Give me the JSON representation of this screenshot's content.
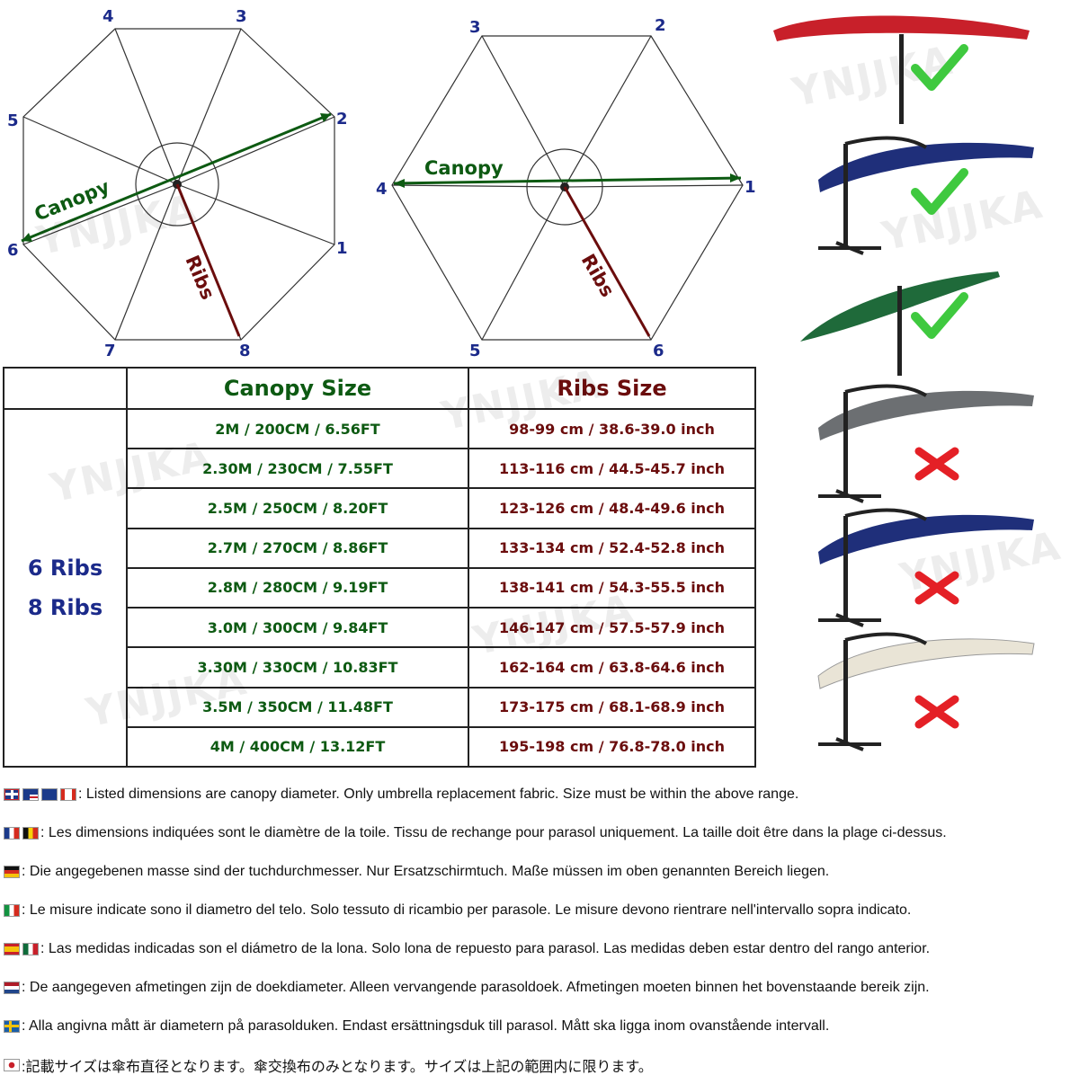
{
  "diagram_octagon": {
    "points": [
      "1",
      "2",
      "3",
      "4",
      "5",
      "6",
      "7",
      "8"
    ],
    "canopy_label": "Canopy",
    "ribs_label": "Ribs"
  },
  "diagram_hexagon": {
    "points": [
      "1",
      "2",
      "3",
      "4",
      "5",
      "6"
    ],
    "canopy_label": "Canopy",
    "ribs_label": "Ribs"
  },
  "watermark": "YNJJKA",
  "table": {
    "header_canopy": "Canopy Size",
    "header_ribs": "Ribs Size",
    "row_label_1": "6 Ribs",
    "row_label_2": "8 Ribs",
    "rows": [
      {
        "canopy": "2M / 200CM / 6.56FT",
        "ribs": "98-99 cm / 38.6-39.0 inch"
      },
      {
        "canopy": "2.30M / 230CM / 7.55FT",
        "ribs": "113-116 cm / 44.5-45.7 inch"
      },
      {
        "canopy": "2.5M / 250CM / 8.20FT",
        "ribs": "123-126 cm / 48.4-49.6 inch"
      },
      {
        "canopy": "2.7M / 270CM / 8.86FT",
        "ribs": "133-134 cm / 52.4-52.8 inch"
      },
      {
        "canopy": "2.8M / 280CM / 9.19FT",
        "ribs": "138-141 cm / 54.3-55.5 inch"
      },
      {
        "canopy": "3.0M / 300CM / 9.84FT",
        "ribs": "146-147 cm / 57.5-57.9 inch"
      },
      {
        "canopy": "3.30M / 330CM / 10.83FT",
        "ribs": "162-164 cm / 63.8-64.6 inch"
      },
      {
        "canopy": "3.5M / 350CM / 11.48FT",
        "ribs": "173-175 cm / 68.1-68.9 inch"
      },
      {
        "canopy": "4M / 400CM / 13.12FT",
        "ribs": "195-198 cm / 76.8-78.0 inch"
      }
    ]
  },
  "umbrellas": [
    {
      "color": "#c8202a",
      "style": "market",
      "compatible": true
    },
    {
      "color": "#1f2f7a",
      "style": "cantilever",
      "compatible": true
    },
    {
      "color": "#1f6a3a",
      "style": "market-tilt",
      "compatible": true
    },
    {
      "color": "#6c6f72",
      "style": "square-offset",
      "compatible": false
    },
    {
      "color": "#1f2f7a",
      "style": "offset-led",
      "compatible": false
    },
    {
      "color": "#e9e4d6",
      "style": "offset-led",
      "compatible": false
    }
  ],
  "notes": [
    {
      "flags": [
        "uk",
        "us",
        "au",
        "ca"
      ],
      "text": ": Listed dimensions are canopy diameter. Only umbrella replacement fabric. Size must be within the above range."
    },
    {
      "flags": [
        "fr",
        "be"
      ],
      "text": ": Les dimensions indiquées sont le diamètre de la toile. Tissu de rechange pour parasol uniquement. La taille doit être dans la plage ci-dessus."
    },
    {
      "flags": [
        "de"
      ],
      "text": ": Die angegebenen masse sind der tuchdurchmesser. Nur Ersatzschirmtuch. Maße müssen im oben genannten Bereich liegen."
    },
    {
      "flags": [
        "it"
      ],
      "text": ": Le misure indicate sono il diametro del telo. Solo tessuto di ricambio per parasole. Le misure devono rientrare nell'intervallo sopra indicato."
    },
    {
      "flags": [
        "es",
        "mx"
      ],
      "text": ": Las medidas indicadas son el diámetro de la lona. Solo lona de repuesto para parasol. Las medidas deben estar dentro del rango anterior."
    },
    {
      "flags": [
        "nl"
      ],
      "text": ": De aangegeven afmetingen zijn de doekdiameter. Alleen vervangende parasoldoek. Afmetingen moeten binnen het bovenstaande bereik zijn."
    },
    {
      "flags": [
        "se"
      ],
      "text": ": Alla angivna mått är diametern på parasolduken. Endast ersättningsduk till parasol. Mått ska ligga inom ovanstående intervall."
    },
    {
      "flags": [
        "jp"
      ],
      "text": ":記載サイズは傘布直径となります。傘交換布のみとなります。サイズは上記の範囲内に限ります。"
    }
  ],
  "colors": {
    "canopy": "#0d5a12",
    "ribs": "#6b0d0d",
    "numbers": "#1b2a8a",
    "check": "#3fc93f",
    "cross": "#e42026"
  }
}
